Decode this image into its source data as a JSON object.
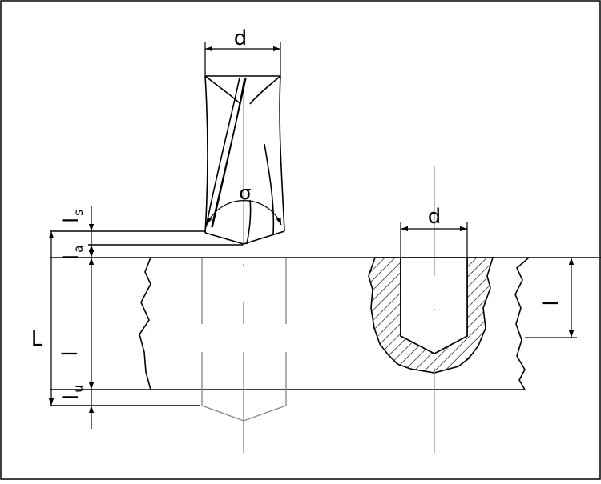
{
  "labels": {
    "drill_diameter": "d",
    "point_angle": "σ",
    "hole_diameter": "d",
    "hole_depth": "l",
    "total_length": "L",
    "workpiece_thickness": "l",
    "l_s_main": "l",
    "l_s_sub": "s",
    "l_a_main": "l",
    "l_a_sub": "a",
    "l_u_main": "l",
    "l_u_sub": "u"
  },
  "colors": {
    "line": "#000000",
    "hidden_line": "#8c8c8c",
    "background": "#ffffff"
  }
}
